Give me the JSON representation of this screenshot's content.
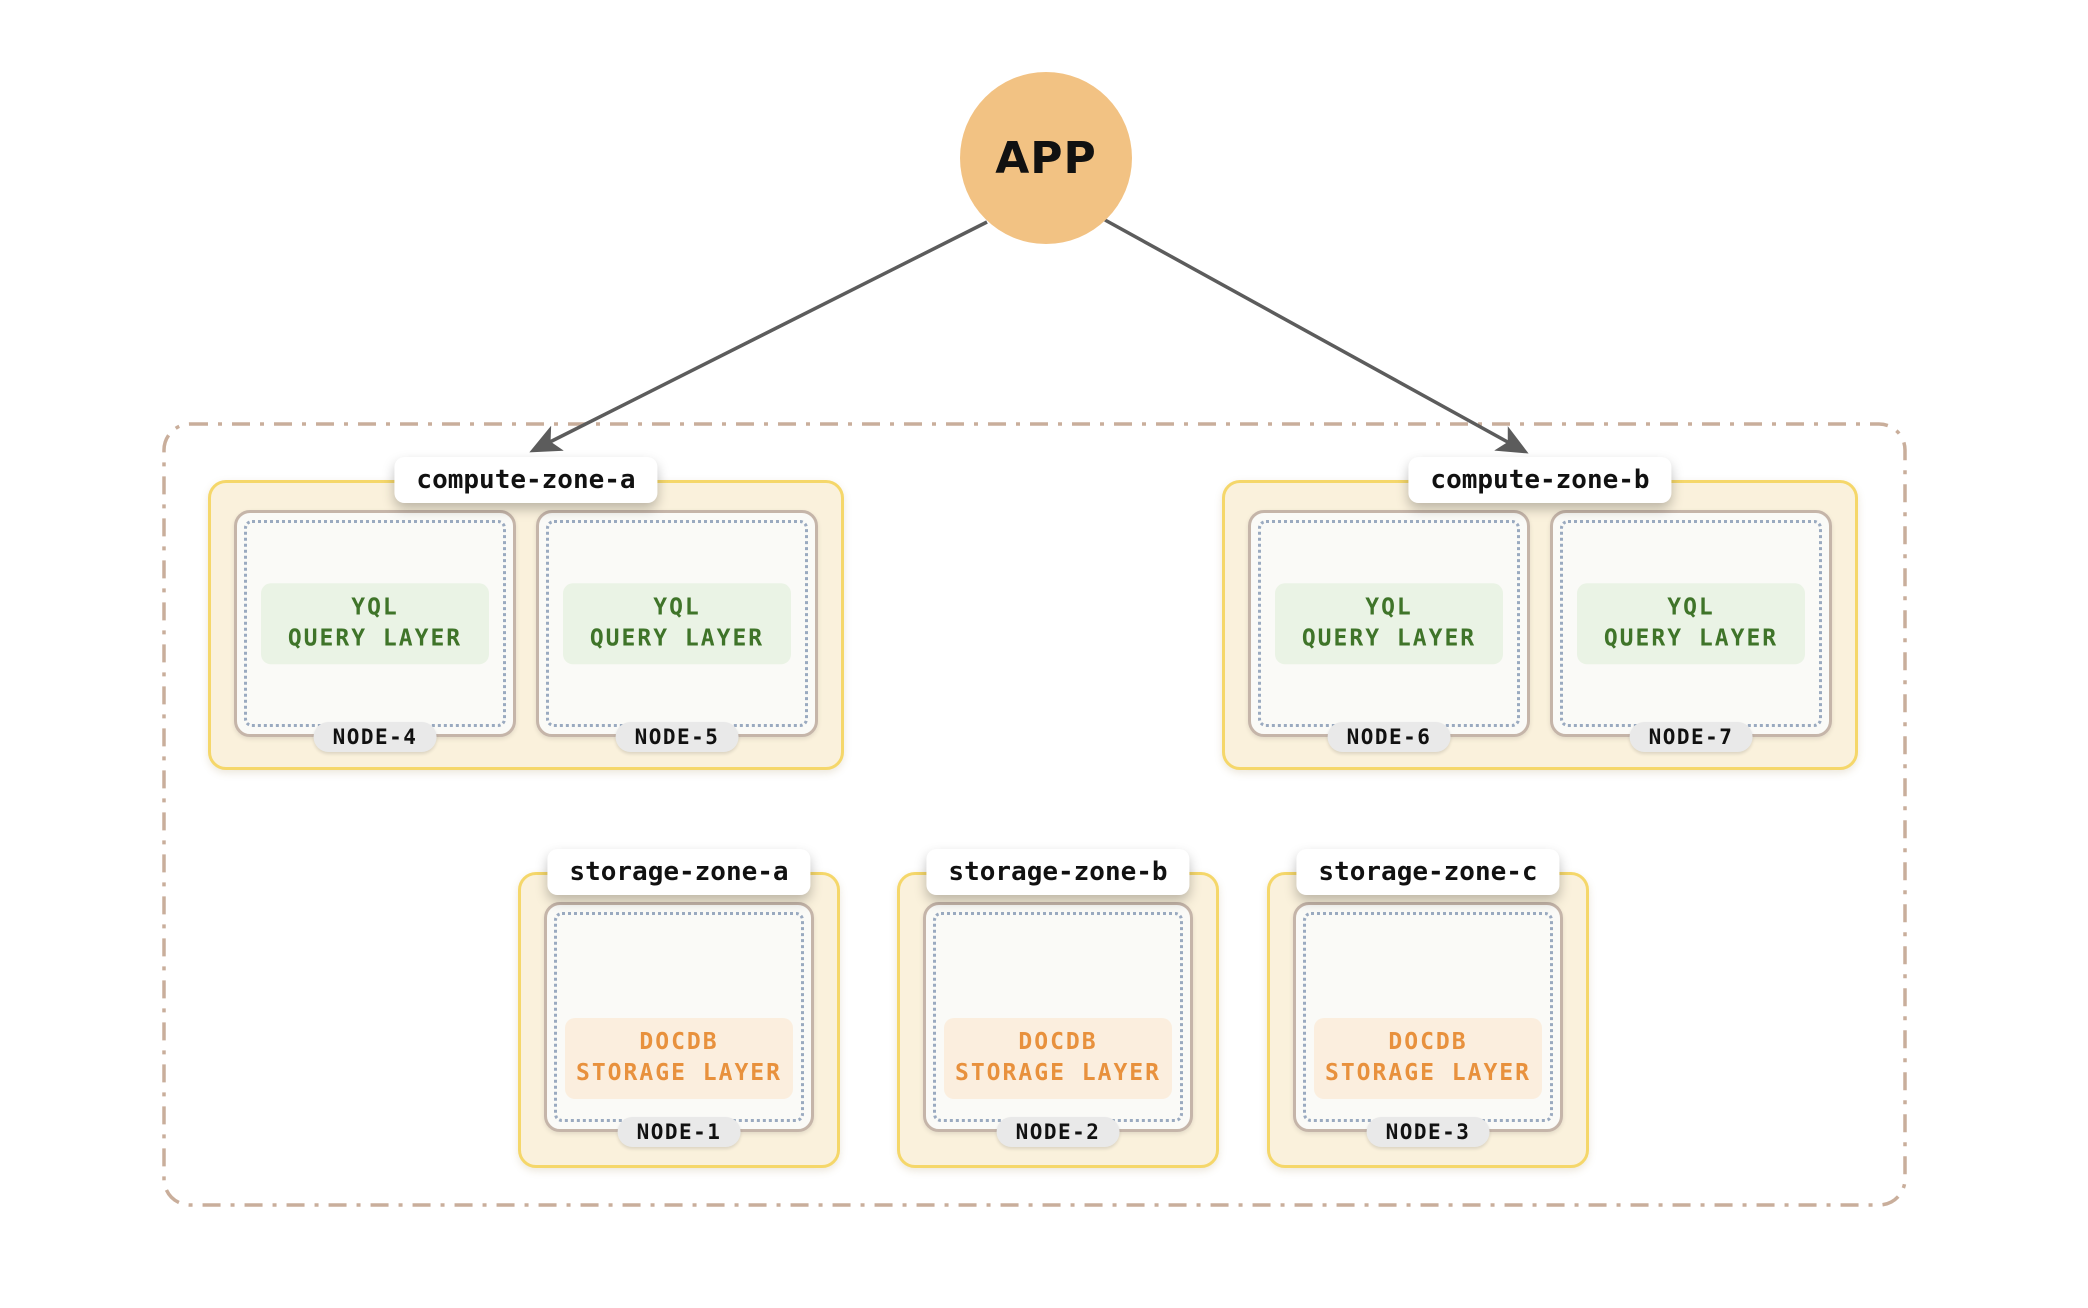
{
  "diagram": {
    "app_label": "APP",
    "colors": {
      "app_circle": "#F2C283",
      "zone_fill": "#FAF1DC",
      "zone_border": "#F5D76A",
      "node_fill": "#FAFAF7",
      "node_border": "#C5B5A9",
      "node_dotted_inner": "#9AAAC0",
      "container_dash": "#C9AE9B",
      "arrow": "#5C5C5C",
      "yql_text": "#3F7429",
      "yql_bg": "#EAF3E5",
      "docdb_text": "#E8913D",
      "docdb_bg": "#FBEEDE",
      "badge_bg": "#E9E9E9"
    },
    "compute_zones": [
      {
        "label": "compute-zone-a",
        "nodes": [
          {
            "badge": "NODE-4",
            "layer_line1": "YQL",
            "layer_line2": "QUERY LAYER"
          },
          {
            "badge": "NODE-5",
            "layer_line1": "YQL",
            "layer_line2": "QUERY LAYER"
          }
        ]
      },
      {
        "label": "compute-zone-b",
        "nodes": [
          {
            "badge": "NODE-6",
            "layer_line1": "YQL",
            "layer_line2": "QUERY LAYER"
          },
          {
            "badge": "NODE-7",
            "layer_line1": "YQL",
            "layer_line2": "QUERY LAYER"
          }
        ]
      }
    ],
    "storage_zones": [
      {
        "label": "storage-zone-a",
        "node": {
          "badge": "NODE-1",
          "layer_line1": "DOCDB",
          "layer_line2": "STORAGE LAYER"
        }
      },
      {
        "label": "storage-zone-b",
        "node": {
          "badge": "NODE-2",
          "layer_line1": "DOCDB",
          "layer_line2": "STORAGE LAYER"
        }
      },
      {
        "label": "storage-zone-c",
        "node": {
          "badge": "NODE-3",
          "layer_line1": "DOCDB",
          "layer_line2": "STORAGE LAYER"
        }
      }
    ]
  }
}
